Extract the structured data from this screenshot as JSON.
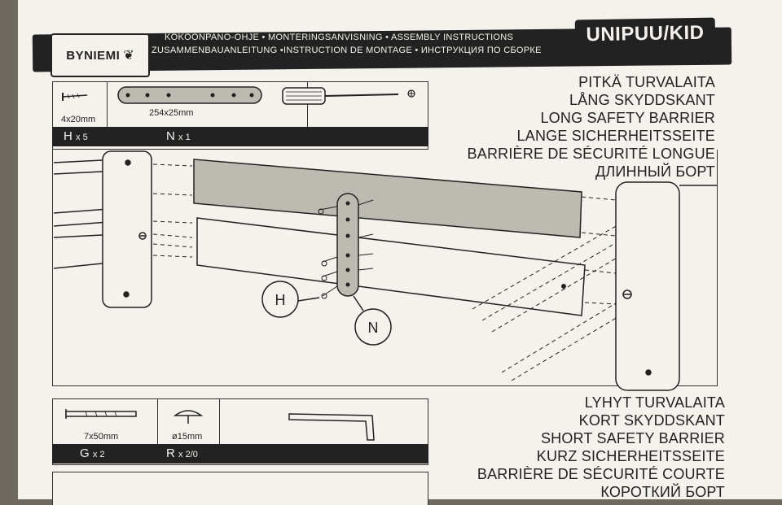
{
  "brand": {
    "logo": "BYNIEMI"
  },
  "header": {
    "line1": "KOKOONPANO-OHJE • MONTERINGSANVISNING • ASSEMBLY INSTRUCTIONS",
    "line2": "ZUSAMMENBAUANLEITUNG •INSTRUCTION DE MONTAGE • ИНСТРУКЦИЯ ПО СБОРКЕ",
    "model": "UNIPUU/KID"
  },
  "parts_top": {
    "screw_dim": "4x20mm",
    "plate_dim": "254x25mm",
    "H_letter": "H",
    "H_qty": "x 5",
    "N_letter": "N",
    "N_qty": "x 1"
  },
  "long_barrier_titles": [
    "PITKÄ TURVALAITA",
    "LÅNG SKYDDSKANT",
    "LONG SAFETY BARRIER",
    "LANGE SICHERHEITSSEITE",
    "BARRIÈRE DE SÉCURITÉ LONGUE",
    "ДЛИННЫЙ БОРТ"
  ],
  "diagram_labels": {
    "h": "H",
    "n": "N"
  },
  "parts_bottom": {
    "bolt_dim": "7x50mm",
    "cap_dim": "ø15mm",
    "G_letter": "G",
    "G_qty": "x 2",
    "R_letter": "R",
    "R_qty": "x 2/0"
  },
  "short_barrier_titles": [
    "LYHYT TURVALAITA",
    "KORT SKYDDSKANT",
    "SHORT SAFETY BARRIER",
    "KURZ SICHERHEITSSEITE",
    "BARRIÈRE DE SÉCURITÉ COURTE",
    "КОРОТКИЙ БОРТ"
  ],
  "icons": [
    "leaf-icon",
    "screw-icon",
    "plate-icon",
    "screwdriver-icon",
    "bolt-icon",
    "cap-icon",
    "allen-key-icon"
  ]
}
